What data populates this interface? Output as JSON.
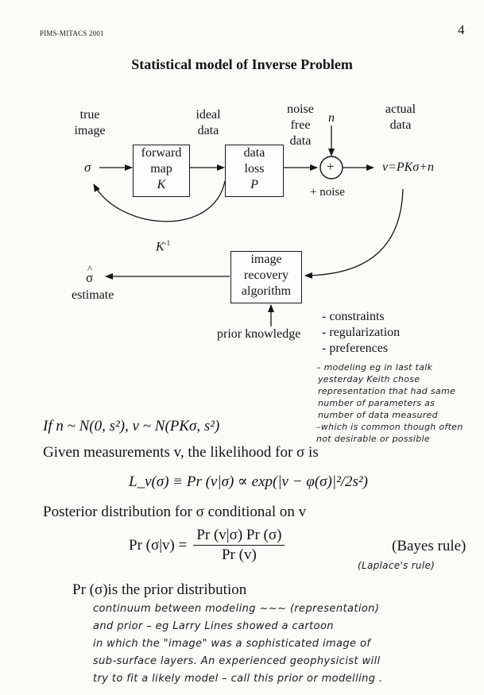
{
  "header": {
    "left": "PIMS-MITACS 2001",
    "page_number": "4"
  },
  "title": "Statistical model of Inverse Problem",
  "diagram": {
    "true_image": [
      "true",
      "image"
    ],
    "ideal_data": [
      "ideal",
      "data"
    ],
    "noise_free_data": [
      "noise",
      "free",
      "data"
    ],
    "noise_symbol": "n",
    "actual_data": [
      "actual",
      "data"
    ],
    "sigma": "σ",
    "forward_map_box": [
      "forward",
      "map",
      "K"
    ],
    "data_loss_box": [
      "data",
      "loss",
      "P"
    ],
    "plus": "+",
    "plus_noise": "+ noise",
    "output_equation": "v=PKσ+n",
    "k_inverse": "K",
    "k_inverse_sup": "-1",
    "image_recovery_box": [
      "image",
      "recovery",
      "algorithm"
    ],
    "sigma_hat": "σ",
    "hat": "^",
    "estimate": "estimate",
    "prior_knowledge": "prior knowledge",
    "prior_list": [
      "- constraints",
      "- regularization",
      "- preferences"
    ]
  },
  "handnote_right": [
    "– modeling  eg  in last talk",
    "yesterday  Keith  chose",
    "representation  that had same",
    "number of parameters as",
    "number of data measured",
    "–which is common though often",
    "not desirable or possible"
  ],
  "body": {
    "if_line": "If n ~ N(0, s²), v ~ N(PKσ, s²)",
    "given_line": "Given measurements v, the likelihood for σ is",
    "likelihood_eq": "L_v(σ) ≡ Pr (v|σ) ∝ exp(|v − φ(σ)|²/2s²)",
    "posterior_line": "Posterior distribution for σ conditional on v",
    "posterior_lhs": "Pr (σ|v) =",
    "posterior_num": "Pr (v|σ) Pr (σ)",
    "posterior_den": "Pr (v)",
    "bayes": "(Bayes rule)",
    "laplace_note": "(Laplace's rule)",
    "prior_line": "Pr (σ)is the prior distribution"
  },
  "handnote_bottom": [
    "continuum between  modeling  ~~~  (representation)",
    "and   prior   –  eg  Larry Lines  showed  a  cartoon",
    "in which  the \"image\"  was  a  sophisticated  image of",
    "sub-surface  layers.  An  experienced  geophysicist  will",
    "try  to fit   a  likely  model  –  call  this  prior  or  modelling ."
  ]
}
